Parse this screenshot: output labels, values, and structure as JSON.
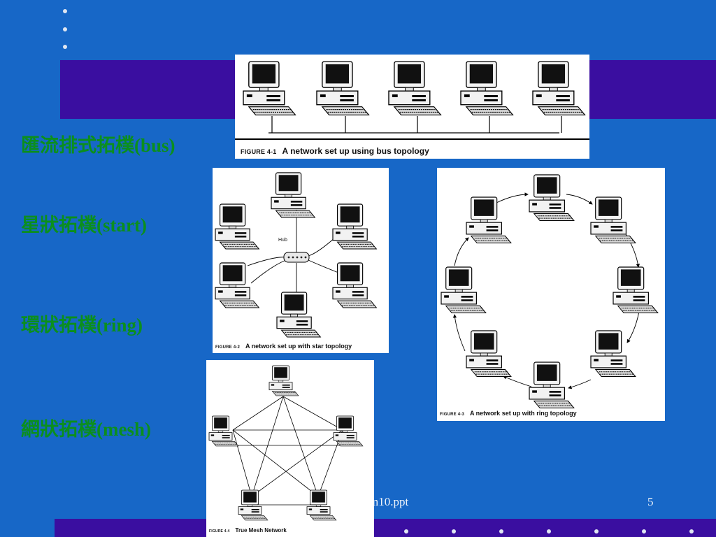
{
  "labels": {
    "bus": "匯流排式拓樸(bus)",
    "star": "星狀拓樸(start)",
    "ring": "環狀拓樸(ring)",
    "mesh": "網狀拓樸(mesh)"
  },
  "figures": {
    "bus": {
      "number": "FIGURE 4-1",
      "title": "A network set up using bus topology"
    },
    "star": {
      "number": "FIGURE 4-2",
      "title": "A network set up with star topology",
      "hub_label": "Hub"
    },
    "ring": {
      "number": "FIGURE 4-3",
      "title": "A network set up with ring topology"
    },
    "mesh": {
      "number": "FIGURE 4-4",
      "title": "True Mesh Network"
    }
  },
  "footer": {
    "file": "m10.ppt",
    "page": "5"
  },
  "colors": {
    "background": "#1767c7",
    "band": "#3a0ea0",
    "label_green": "#0b8f1d"
  }
}
